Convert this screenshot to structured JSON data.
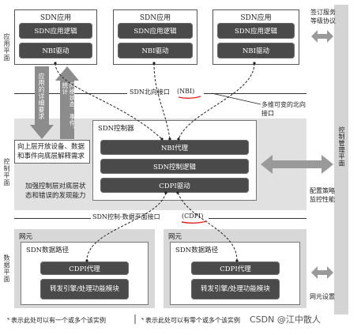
{
  "planes": {
    "app": "应用平面",
    "control": "控制平面",
    "data": "数据平面"
  },
  "apps": {
    "title": "SDN应用",
    "logic": "SDN应用逻辑",
    "nbi_driver": "NBI驱动"
  },
  "right_notes": {
    "sla": "签订服务等级协议",
    "mgmt": "控制管理平面",
    "policy": "配置策略监控性能",
    "ne_setup": "网元设置"
  },
  "nbi": {
    "label": "SDN北向接口",
    "abbr": "(NBI)",
    "note": "多维可变的北向接口"
  },
  "left_arrows": {
    "down_text": "应用的详细要求",
    "up_text": "网络状态、事件、统计"
  },
  "left_notes": {
    "expose": "向上层开放设备、数据和事件向底层解释需求",
    "enforce": "加强控制层对底层状态和错误的发现能力"
  },
  "controller": {
    "title": "SDN控制器",
    "nbi_agent": "NBI代理",
    "logic": "SDN控制逻辑",
    "cdpi_driver": "CDPI驱动"
  },
  "cdpi": {
    "label": "SDN控制-数据平面接口",
    "abbr": "(CDPI)"
  },
  "ne": {
    "title": "网元",
    "datapath": "SDN数据路径",
    "cdpi_agent": "CDPI代理",
    "engine": "转发引擎/处理功能模块"
  },
  "footer": {
    "note1": "表示此处可以有一个或多个该实例",
    "note2": "表示此处可以有零个或多个该实例",
    "watermark": "CSDN @江中散人"
  },
  "colors": {
    "dark_box": "#4a4a4a",
    "gray_region": "#e1e1e1",
    "arrow_gray": "#8c8c8c",
    "underline_red": "#e02020"
  }
}
